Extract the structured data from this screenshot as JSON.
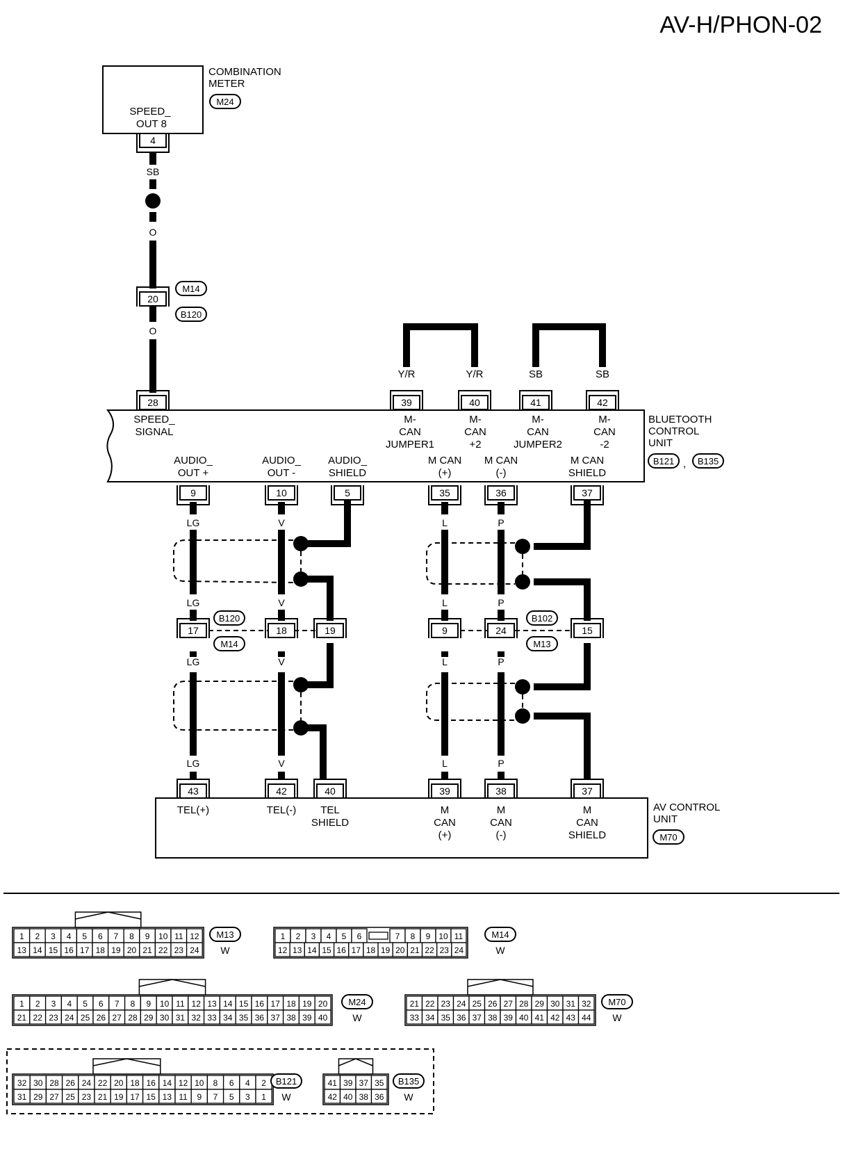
{
  "title": "AV-H/PHON-02",
  "components": {
    "meter": {
      "name": [
        "COMBINATION",
        "METER"
      ],
      "connector": "M24",
      "signal": [
        "SPEED_",
        "OUT 8"
      ],
      "pin": "4"
    },
    "bluetooth": {
      "name": [
        "BLUETOOTH",
        "CONTROL",
        "UNIT"
      ],
      "connectors": [
        "B121",
        "B135"
      ],
      "separator": ","
    },
    "av": {
      "name": [
        "AV CONTROL",
        "UNIT"
      ],
      "connector": "M70"
    }
  },
  "bt_top": [
    {
      "pin": "28",
      "color": "",
      "label": [
        "SPEED_",
        "SIGNAL"
      ]
    },
    {
      "pin": "39",
      "color": "Y/R",
      "label": [
        "M-",
        "CAN",
        "JUMPER1"
      ]
    },
    {
      "pin": "40",
      "color": "Y/R",
      "label": [
        "M-",
        "CAN",
        "+2"
      ]
    },
    {
      "pin": "41",
      "color": "SB",
      "label": [
        "M-",
        "CAN",
        "JUMPER2"
      ]
    },
    {
      "pin": "42",
      "color": "SB",
      "label": [
        "M-",
        "CAN",
        "-2"
      ]
    }
  ],
  "bt_bottom": [
    {
      "pin": "9",
      "label": [
        "AUDIO_",
        "OUT +"
      ]
    },
    {
      "pin": "10",
      "label": [
        "AUDIO_",
        "OUT -"
      ]
    },
    {
      "pin": "5",
      "label": [
        "AUDIO_",
        "SHIELD"
      ]
    },
    {
      "pin": "35",
      "label": [
        "M CAN",
        "(+)"
      ]
    },
    {
      "pin": "36",
      "label": [
        "M CAN",
        "(-)"
      ]
    },
    {
      "pin": "37",
      "label": [
        "M CAN",
        "SHIELD"
      ]
    }
  ],
  "speed_wire": {
    "color_top": "SB",
    "color_bottom": "O",
    "color_below_joint": "O",
    "joint_pin": "20",
    "joint_connectors": [
      "M14",
      "B120"
    ]
  },
  "joints_mid": {
    "left": {
      "pins": [
        "17",
        "18",
        "19"
      ],
      "connectors": [
        "B120",
        "M14"
      ]
    },
    "right": {
      "pins": [
        "9",
        "24",
        "15"
      ],
      "connectors": [
        "B102",
        "M13"
      ]
    }
  },
  "wire_colors": {
    "audio_plus": "LG",
    "audio_minus": "V",
    "can_plus": "L",
    "can_minus": "P"
  },
  "av_pins": [
    {
      "pin": "43",
      "label": [
        "TEL(+)"
      ]
    },
    {
      "pin": "42",
      "label": [
        "TEL(-)"
      ]
    },
    {
      "pin": "40",
      "label": [
        "TEL",
        "SHIELD"
      ]
    },
    {
      "pin": "39",
      "label": [
        "M",
        "CAN",
        "(+)"
      ]
    },
    {
      "pin": "38",
      "label": [
        "M",
        "CAN",
        "(-)"
      ]
    },
    {
      "pin": "37",
      "label": [
        "M",
        "CAN",
        "SHIELD"
      ]
    }
  ],
  "connector_views": {
    "M13": {
      "id": "M13",
      "color": "W",
      "row1": [
        "1",
        "2",
        "3",
        "4",
        "5",
        "6",
        "7",
        "8",
        "9",
        "10",
        "11",
        "12"
      ],
      "row2": [
        "13",
        "14",
        "15",
        "16",
        "17",
        "18",
        "19",
        "20",
        "21",
        "22",
        "23",
        "24"
      ]
    },
    "M14": {
      "id": "M14",
      "color": "W",
      "row1": [
        "1",
        "2",
        "3",
        "4",
        "5",
        "6",
        "",
        "7",
        "8",
        "9",
        "10",
        "11"
      ],
      "row2": [
        "12",
        "13",
        "14",
        "15",
        "16",
        "17",
        "18",
        "19",
        "20",
        "21",
        "22",
        "23",
        "24"
      ]
    },
    "M24": {
      "id": "M24",
      "color": "W",
      "row1": [
        "1",
        "2",
        "3",
        "4",
        "5",
        "6",
        "7",
        "8",
        "9",
        "10",
        "11",
        "12",
        "13",
        "14",
        "15",
        "16",
        "17",
        "18",
        "19",
        "20"
      ],
      "row2": [
        "21",
        "22",
        "23",
        "24",
        "25",
        "26",
        "27",
        "28",
        "29",
        "30",
        "31",
        "32",
        "33",
        "34",
        "35",
        "36",
        "37",
        "38",
        "39",
        "40"
      ]
    },
    "M70": {
      "id": "M70",
      "color": "W",
      "row1": [
        "21",
        "22",
        "23",
        "24",
        "25",
        "26",
        "27",
        "28",
        "29",
        "30",
        "31",
        "32"
      ],
      "row2": [
        "33",
        "34",
        "35",
        "36",
        "37",
        "38",
        "39",
        "40",
        "41",
        "42",
        "43",
        "44"
      ]
    },
    "B121": {
      "id": "B121",
      "color": "W",
      "row1": [
        "32",
        "30",
        "28",
        "26",
        "24",
        "22",
        "20",
        "18",
        "16",
        "14",
        "12",
        "10",
        "8",
        "6",
        "4",
        "2"
      ],
      "row2": [
        "31",
        "29",
        "27",
        "25",
        "23",
        "21",
        "19",
        "17",
        "15",
        "13",
        "11",
        "9",
        "7",
        "5",
        "3",
        "1"
      ]
    },
    "B135": {
      "id": "B135",
      "color": "W",
      "row1": [
        "41",
        "39",
        "37",
        "35"
      ],
      "row2": [
        "42",
        "40",
        "38",
        "36"
      ]
    }
  }
}
